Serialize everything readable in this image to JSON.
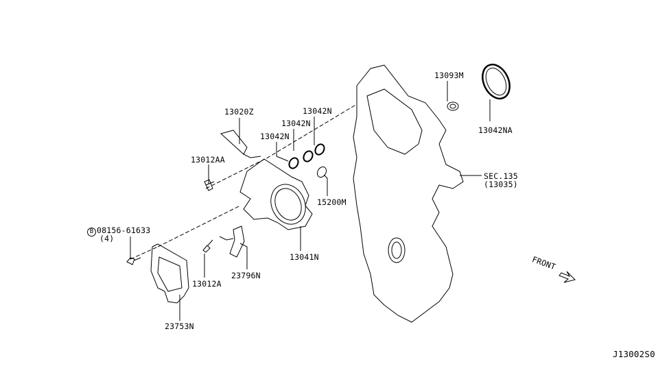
{
  "diagram_code": "J13002S0",
  "labels": {
    "p13020Z": "13020Z",
    "p13042N_a": "13042N",
    "p13042N_b": "13042N",
    "p13042N_c": "13042N",
    "p13012AA": "13012AA",
    "p15200M": "15200M",
    "bolt_circle": "B",
    "bolt_part": "08156-61633",
    "bolt_qty": "(4)",
    "p13041N": "13041N",
    "p23796N": "23796N",
    "p13012A": "13012A",
    "p23753N": "23753N",
    "p13093M": "13093M",
    "p13042NA": "13042NA",
    "sec_ref": "SEC.135",
    "sec_sub": "(13035)",
    "front": "FRONT"
  }
}
